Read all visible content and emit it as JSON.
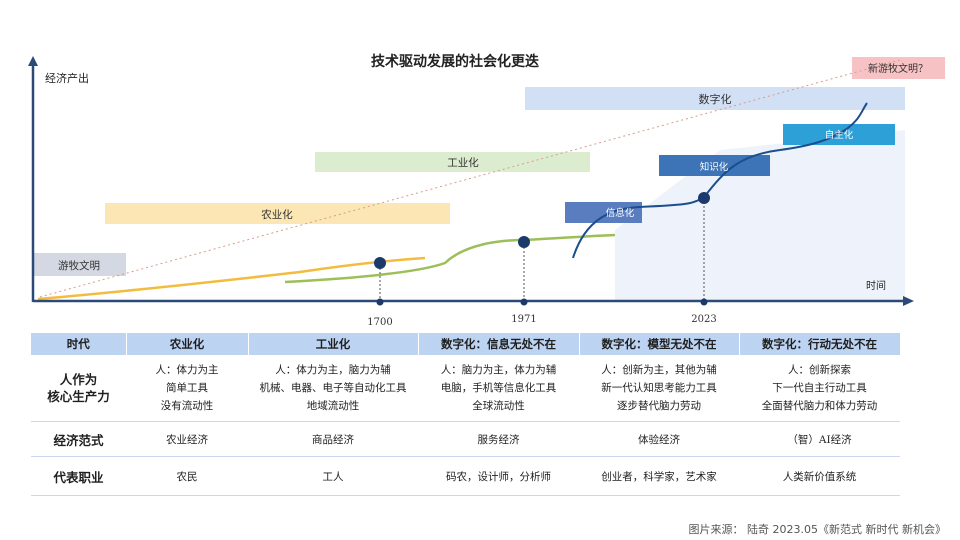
{
  "diagram": {
    "title": "技术驱动发展的社会化更迭",
    "y_axis_label": "经济产出",
    "x_axis_label": "时间",
    "eras": {
      "hunting": "游牧文明",
      "agriculture": "农业化",
      "industry": "工业化",
      "informatization": "信息化",
      "digitalization": "数字化",
      "intellectualization": "知识化",
      "autonomization": "自主化",
      "next": "新游牧文明？"
    },
    "years": [
      "1700",
      "1971",
      "2023"
    ]
  },
  "table": {
    "headers": [
      "时代",
      "农业化",
      "工业化",
      "数字化：信息无处不在",
      "数字化：模型无处不在",
      "数字化：行动无处不在"
    ],
    "rows": [
      {
        "label": [
          "人作为",
          "核心生产力"
        ],
        "cells": [
          [
            "人：体力为主",
            "简单工具",
            "没有流动性"
          ],
          [
            "人：体力为主，脑力为辅",
            "机械、电器、电子等自动化工具",
            "地域流动性"
          ],
          [
            "人：脑力为主，体力为辅",
            "电脑，手机等信息化工具",
            "全球流动性"
          ],
          [
            "人：创新为主，其他为辅",
            "新一代认知思考能力工具",
            "逐步替代脑力劳动"
          ],
          [
            "人：创新探索",
            "下一代自主行动工具",
            "全面替代脑力和体力劳动"
          ]
        ]
      },
      {
        "label": [
          "经济范式"
        ],
        "cells": [
          [
            "农业经济"
          ],
          [
            "商品经济"
          ],
          [
            "服务经济"
          ],
          [
            "体验经济"
          ],
          [
            "（智）AI经济"
          ]
        ]
      },
      {
        "label": [
          "代表职业"
        ],
        "cells": [
          [
            "农民"
          ],
          [
            "工人"
          ],
          [
            "码农，设计师，分析师"
          ],
          [
            "创业者，科学家，艺术家"
          ],
          [
            "人类新价值系统"
          ]
        ]
      }
    ]
  },
  "source": "图片来源： 陆奇 2023.05《新范式 新时代 新机会》",
  "colors": {
    "axis": "#2c4a78",
    "hunting": "#d3d8e2",
    "agriculture": "#fbe6b4",
    "industry": "#dcedcf",
    "informatization": "#5a7dc0",
    "digitalization": "#d2e0f6",
    "intellectualization": "#3d74b8",
    "autonomization": "#2ea0d8",
    "next": "#f7c2c4",
    "table_header": "#bcd3f2",
    "curve_agri": "#f2bd3e",
    "curve_ind": "#9cbf5a",
    "curve_digital": "#1b4e8c"
  }
}
